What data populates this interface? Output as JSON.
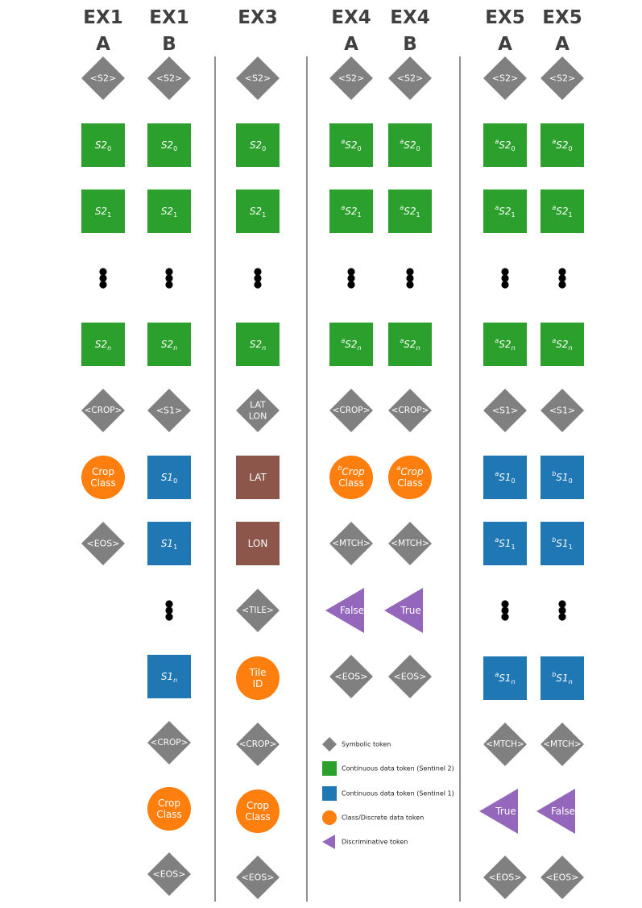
{
  "colors": {
    "symbolic": "#808080",
    "s2": "#2ca02c",
    "s1": "#1f77b4",
    "geo": "#8c564b",
    "class": "#ff7f0e",
    "disc": "#9467bd",
    "text_dark": "#404040",
    "divider": "#555555"
  },
  "columns": [
    {
      "title": "EX1",
      "subtitle": "A",
      "tokens": [
        {
          "shape": "diamond",
          "label": "<S2>"
        },
        {
          "shape": "square",
          "kind": "s2",
          "main": "S2",
          "sub": "0"
        },
        {
          "shape": "square",
          "kind": "s2",
          "main": "S2",
          "sub": "1"
        },
        {
          "shape": "dots"
        },
        {
          "shape": "square",
          "kind": "s2",
          "main": "S2",
          "sub": "n"
        },
        {
          "shape": "diamond",
          "label": "<CROP>"
        },
        {
          "shape": "circle",
          "label": "Crop Class"
        },
        {
          "shape": "diamond",
          "label": "<EOS>"
        }
      ]
    },
    {
      "title": "EX1",
      "subtitle": "B",
      "tokens": [
        {
          "shape": "diamond",
          "label": "<S2>"
        },
        {
          "shape": "square",
          "kind": "s2",
          "main": "S2",
          "sub": "0"
        },
        {
          "shape": "square",
          "kind": "s2",
          "main": "S2",
          "sub": "1"
        },
        {
          "shape": "dots"
        },
        {
          "shape": "square",
          "kind": "s2",
          "main": "S2",
          "sub": "n"
        },
        {
          "shape": "diamond",
          "label": "<S1>"
        },
        {
          "shape": "square",
          "kind": "s1",
          "main": "S1",
          "sub": "0"
        },
        {
          "shape": "square",
          "kind": "s1",
          "main": "S1",
          "sub": "1"
        },
        {
          "shape": "dots"
        },
        {
          "shape": "square",
          "kind": "s1",
          "main": "S1",
          "sub": "n"
        },
        {
          "shape": "diamond",
          "label": "<CROP>"
        },
        {
          "shape": "circle",
          "label": "Crop Class"
        },
        {
          "shape": "diamond",
          "label": "<EOS>"
        }
      ]
    },
    {
      "title": "EX3",
      "subtitle": "",
      "tokens": [
        {
          "shape": "diamond",
          "label": "<S2>"
        },
        {
          "shape": "square",
          "kind": "s2",
          "main": "S2",
          "sub": "0"
        },
        {
          "shape": "square",
          "kind": "s2",
          "main": "S2",
          "sub": "1"
        },
        {
          "shape": "dots"
        },
        {
          "shape": "square",
          "kind": "s2",
          "main": "S2",
          "sub": "n"
        },
        {
          "shape": "diamond",
          "label": "LAT LON"
        },
        {
          "shape": "square",
          "kind": "geo",
          "label": "LAT"
        },
        {
          "shape": "square",
          "kind": "geo",
          "label": "LON"
        },
        {
          "shape": "diamond",
          "label": "<TILE>"
        },
        {
          "shape": "circle",
          "label": "Tile ID"
        },
        {
          "shape": "diamond",
          "label": "<CROP>"
        },
        {
          "shape": "circle",
          "label": "Crop Class"
        },
        {
          "shape": "diamond",
          "label": "<EOS>"
        }
      ]
    },
    {
      "title": "EX4",
      "subtitle": "A",
      "tokens": [
        {
          "shape": "diamond",
          "label": "<S2>"
        },
        {
          "shape": "square",
          "kind": "s2",
          "sup": "a",
          "main": "S2",
          "sub": "0"
        },
        {
          "shape": "square",
          "kind": "s2",
          "sup": "a",
          "main": "S2",
          "sub": "1"
        },
        {
          "shape": "dots"
        },
        {
          "shape": "square",
          "kind": "s2",
          "sup": "a",
          "main": "S2",
          "sub": "n"
        },
        {
          "shape": "diamond",
          "label": "<CROP>"
        },
        {
          "shape": "circle",
          "sup": "b",
          "line1": "Crop",
          "line2": "Class"
        },
        {
          "shape": "diamond",
          "label": "<MTCH>"
        },
        {
          "shape": "triangle",
          "label": "False"
        },
        {
          "shape": "diamond",
          "label": "<EOS>"
        }
      ]
    },
    {
      "title": "EX4",
      "subtitle": "B",
      "tokens": [
        {
          "shape": "diamond",
          "label": "<S2>"
        },
        {
          "shape": "square",
          "kind": "s2",
          "sup": "a",
          "main": "S2",
          "sub": "0"
        },
        {
          "shape": "square",
          "kind": "s2",
          "sup": "a",
          "main": "S2",
          "sub": "1"
        },
        {
          "shape": "dots"
        },
        {
          "shape": "square",
          "kind": "s2",
          "sup": "a",
          "main": "S2",
          "sub": "n"
        },
        {
          "shape": "diamond",
          "label": "<CROP>"
        },
        {
          "shape": "circle",
          "sup": "a",
          "line1": "Crop",
          "line2": "Class"
        },
        {
          "shape": "diamond",
          "label": "<MTCH>"
        },
        {
          "shape": "triangle",
          "label": "True"
        },
        {
          "shape": "diamond",
          "label": "<EOS>"
        }
      ]
    },
    {
      "title": "EX5",
      "subtitle": "A",
      "tokens": [
        {
          "shape": "diamond",
          "label": "<S2>"
        },
        {
          "shape": "square",
          "kind": "s2",
          "sup": "a",
          "main": "S2",
          "sub": "0"
        },
        {
          "shape": "square",
          "kind": "s2",
          "sup": "a",
          "main": "S2",
          "sub": "1"
        },
        {
          "shape": "dots"
        },
        {
          "shape": "square",
          "kind": "s2",
          "sup": "a",
          "main": "S2",
          "sub": "n"
        },
        {
          "shape": "diamond",
          "label": "<S1>"
        },
        {
          "shape": "square",
          "kind": "s1",
          "sup": "a",
          "main": "S1",
          "sub": "0"
        },
        {
          "shape": "square",
          "kind": "s1",
          "sup": "a",
          "main": "S1",
          "sub": "1"
        },
        {
          "shape": "dots"
        },
        {
          "shape": "square",
          "kind": "s1",
          "sup": "a",
          "main": "S1",
          "sub": "n"
        },
        {
          "shape": "diamond",
          "label": "<MTCH>"
        },
        {
          "shape": "triangle",
          "label": "True"
        },
        {
          "shape": "diamond",
          "label": "<EOS>"
        }
      ]
    },
    {
      "title": "EX5",
      "subtitle": "A",
      "tokens": [
        {
          "shape": "diamond",
          "label": "<S2>"
        },
        {
          "shape": "square",
          "kind": "s2",
          "sup": "a",
          "main": "S2",
          "sub": "0"
        },
        {
          "shape": "square",
          "kind": "s2",
          "sup": "a",
          "main": "S2",
          "sub": "1"
        },
        {
          "shape": "dots"
        },
        {
          "shape": "square",
          "kind": "s2",
          "sup": "a",
          "main": "S2",
          "sub": "n"
        },
        {
          "shape": "diamond",
          "label": "<S1>"
        },
        {
          "shape": "square",
          "kind": "s1",
          "sup": "b",
          "main": "S1",
          "sub": "0"
        },
        {
          "shape": "square",
          "kind": "s1",
          "sup": "b",
          "main": "S1",
          "sub": "1"
        },
        {
          "shape": "dots"
        },
        {
          "shape": "square",
          "kind": "s1",
          "sup": "b",
          "main": "S1",
          "sub": "n"
        },
        {
          "shape": "diamond",
          "label": "<MTCH>"
        },
        {
          "shape": "triangle",
          "label": "False"
        },
        {
          "shape": "diamond",
          "label": "<EOS>"
        }
      ]
    }
  ],
  "legend": [
    {
      "shape": "diamond",
      "kind": "symbolic",
      "label": "Symbolic token"
    },
    {
      "shape": "square",
      "kind": "s2",
      "label": "Continuous data token (Sentinel 2)"
    },
    {
      "shape": "square",
      "kind": "s1",
      "label": "Continuous data token (Sentinel 1)"
    },
    {
      "shape": "circle",
      "kind": "class",
      "label": "Class/Discrete data token"
    },
    {
      "shape": "triangle",
      "kind": "disc",
      "label": "Discriminative token"
    }
  ]
}
